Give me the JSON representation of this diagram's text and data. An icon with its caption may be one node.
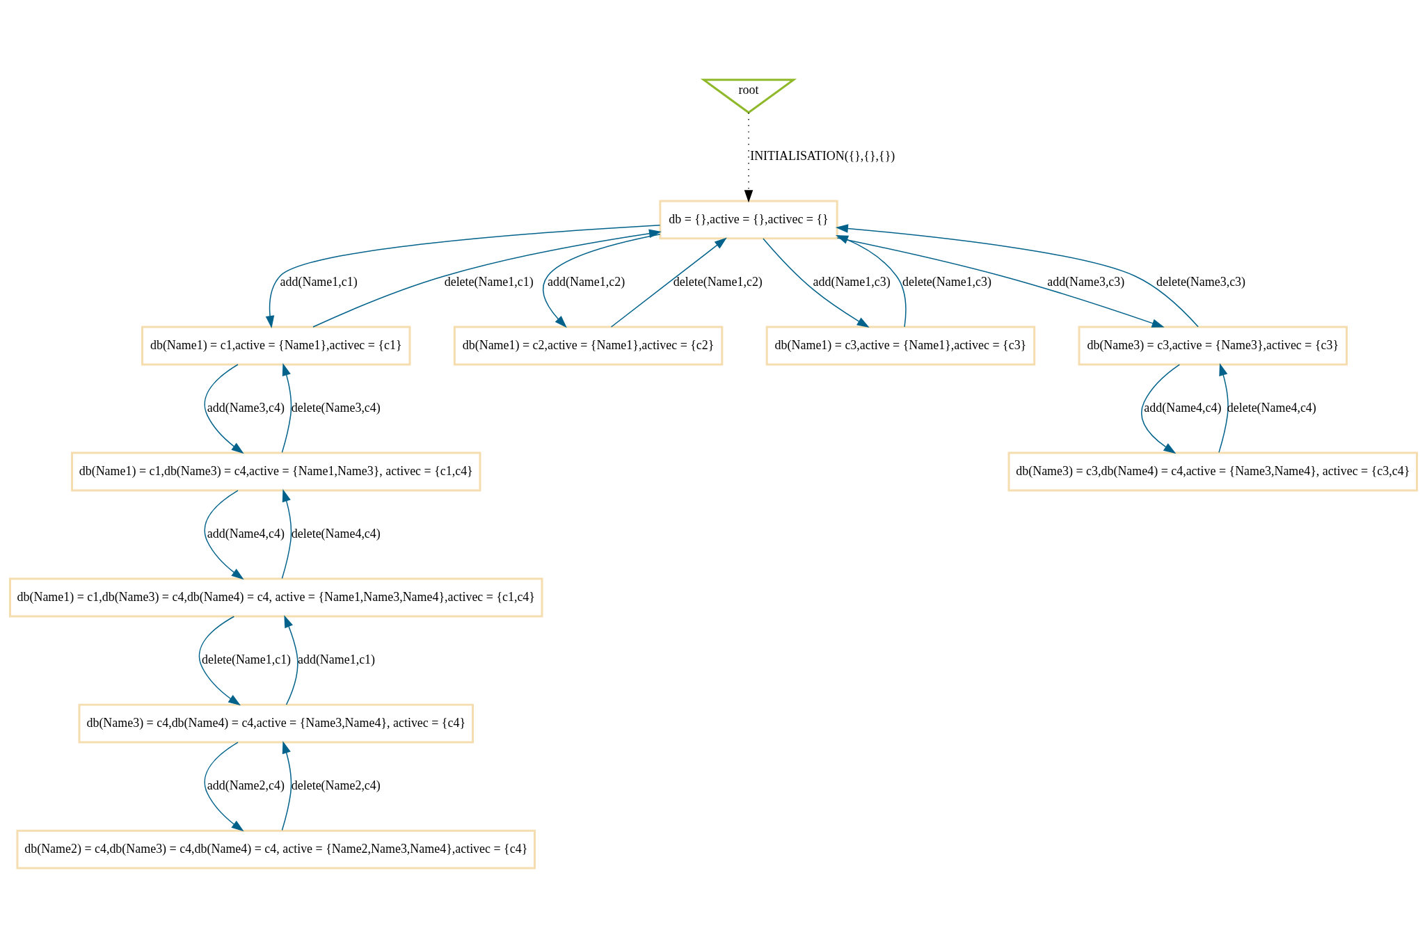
{
  "diagram": {
    "nodes": [
      {
        "text": [
          "root"
        ]
      },
      {
        "text": [
          "db = {},active = {},activec = {}"
        ]
      },
      {
        "text": [
          "db(Name1) = c1,active = {Name1},activec = {c1}"
        ]
      },
      {
        "text": [
          "db(Name1) = c2,active = {Name1},activec = {c2}"
        ]
      },
      {
        "text": [
          "db(Name1) = c3,active = {Name1},activec = {c3}"
        ]
      },
      {
        "text": [
          "db(Name3) = c3,active = {Name3},activec = {c3}"
        ]
      },
      {
        "text": [
          "db(Name1) = c1,db(Name3) = c4,active = {Name1,Name3}, activec = {c1,c4}"
        ]
      },
      {
        "text": [
          "db(Name3) = c3,db(Name4) = c4,active = {Name3,Name4}, activec = {c3,c4}"
        ]
      },
      {
        "text": [
          "db(Name1) = c1,db(Name3) = c4,db(Name4) = c4, active = {Name1,Name3,Name4},activec = {c1,c4}"
        ]
      },
      {
        "text": [
          "db(Name3) = c4,db(Name4) = c4,active = {Name3,Name4}, activec = {c4}"
        ]
      },
      {
        "text": [
          "db(Name2) = c4,db(Name3) = c4,db(Name4) = c4, active = {Name2,Name3,Name4},activec = {c4}"
        ]
      }
    ],
    "edges": [
      {
        "from": 0,
        "to": 1,
        "arrow": "to",
        "label": "INITIALISATION({},{},{})",
        "style": "dashed",
        "color": "#000000"
      },
      {
        "from": 1,
        "to": 2,
        "arrow": "to",
        "label": "add(Name1,c1)"
      },
      {
        "from": 2,
        "to": 1,
        "arrow": "to",
        "label": "delete(Name1,c1)"
      },
      {
        "from": 1,
        "to": 3,
        "arrow": "to",
        "label": "add(Name1,c2)"
      },
      {
        "from": 3,
        "to": 1,
        "arrow": "to",
        "label": "delete(Name1,c2)"
      },
      {
        "from": 1,
        "to": 4,
        "arrow": "to",
        "label": "add(Name1,c3)"
      },
      {
        "from": 4,
        "to": 1,
        "arrow": "to",
        "label": "delete(Name1,c3)"
      },
      {
        "from": 1,
        "to": 5,
        "arrow": "to",
        "label": "add(Name3,c3)"
      },
      {
        "from": 5,
        "to": 1,
        "arrow": "to",
        "label": "delete(Name3,c3)"
      },
      {
        "from": 2,
        "to": 6,
        "arrow": "to",
        "label": "add(Name3,c4)"
      },
      {
        "from": 6,
        "to": 2,
        "arrow": "to",
        "label": "delete(Name3,c4)"
      },
      {
        "from": 5,
        "to": 7,
        "arrow": "to",
        "label": "add(Name4,c4)"
      },
      {
        "from": 7,
        "to": 5,
        "arrow": "to",
        "label": "delete(Name4,c4)"
      },
      {
        "from": 6,
        "to": 8,
        "arrow": "to",
        "label": "add(Name4,c4)"
      },
      {
        "from": 8,
        "to": 6,
        "arrow": "to",
        "label": "delete(Name4,c4)"
      },
      {
        "from": 8,
        "to": 9,
        "arrow": "to",
        "label": "delete(Name1,c1)"
      },
      {
        "from": 9,
        "to": 8,
        "arrow": "to",
        "label": "add(Name1,c1)"
      },
      {
        "from": 9,
        "to": 10,
        "arrow": "to",
        "label": "add(Name2,c4)"
      },
      {
        "from": 10,
        "to": 9,
        "arrow": "to",
        "label": "delete(Name2,c4)"
      }
    ]
  }
}
